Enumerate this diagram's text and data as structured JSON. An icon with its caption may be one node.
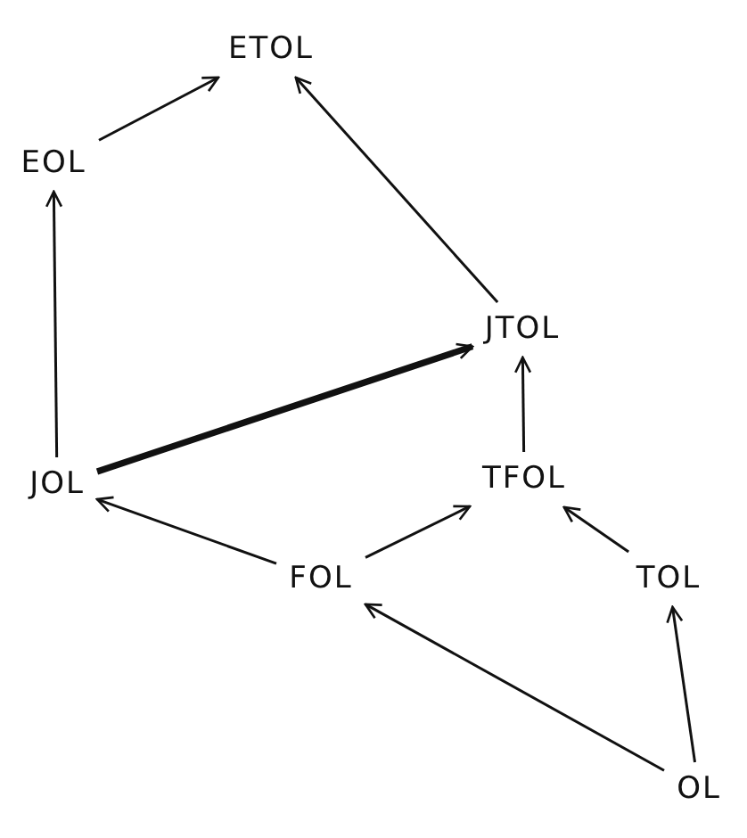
{
  "diagram": {
    "nodes": [
      {
        "text": [
          "ETOL"
        ]
      },
      {
        "text": [
          "EOL"
        ]
      },
      {
        "text": [
          "JTOL"
        ]
      },
      {
        "text": [
          "JOL"
        ]
      },
      {
        "text": [
          "TFOL"
        ]
      },
      {
        "text": [
          "FOL"
        ]
      },
      {
        "text": [
          "TOL"
        ]
      },
      {
        "text": [
          "OL"
        ]
      }
    ],
    "edges": [
      {
        "from": 1,
        "to": 0,
        "arrow": "to"
      },
      {
        "from": 2,
        "to": 0,
        "arrow": "to"
      },
      {
        "from": 3,
        "to": 1,
        "arrow": "to"
      },
      {
        "from": 3,
        "to": 2,
        "arrow": "to",
        "style": "thick"
      },
      {
        "from": 4,
        "to": 2,
        "arrow": "to"
      },
      {
        "from": 5,
        "to": 3,
        "arrow": "to"
      },
      {
        "from": 5,
        "to": 4,
        "arrow": "to"
      },
      {
        "from": 6,
        "to": 4,
        "arrow": "to"
      },
      {
        "from": 7,
        "to": 5,
        "arrow": "to"
      },
      {
        "from": 7,
        "to": 6,
        "arrow": "to"
      }
    ]
  }
}
